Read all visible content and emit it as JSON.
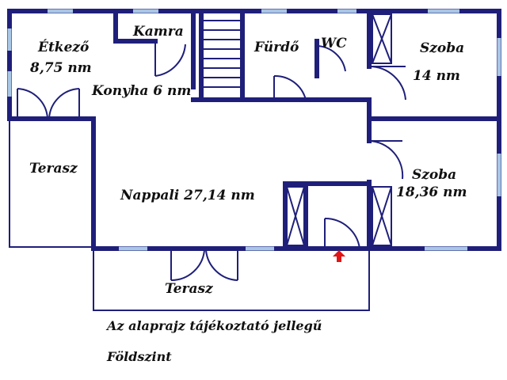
{
  "rooms": {
    "etkezo": {
      "name": "Étkező",
      "area": "8,75 nm"
    },
    "kamra": {
      "name": "Kamra"
    },
    "furdo": {
      "name": "Fürdő"
    },
    "wc": {
      "name": "WC"
    },
    "szoba1": {
      "name": "Szoba",
      "area": "14 nm"
    },
    "konyha": {
      "name": "Konyha 6 nm"
    },
    "terasz_west": {
      "name": "Terasz"
    },
    "szoba2": {
      "name": "Szoba",
      "area": "18,36 nm"
    },
    "nappali": {
      "name": "Nappali 27,14 nm"
    },
    "terasz_south": {
      "name": "Terasz"
    }
  },
  "notes": {
    "disclaimer": "Az alaprajz tájékoztató jellegű",
    "floor": "Földszint"
  },
  "colors": {
    "wall": "#1f1f7a",
    "window": "#a9c6e6",
    "outline": "#1f1f7a",
    "entrance_arrow": "#e01515"
  },
  "icons": {
    "entrance": "up-arrow-icon"
  }
}
